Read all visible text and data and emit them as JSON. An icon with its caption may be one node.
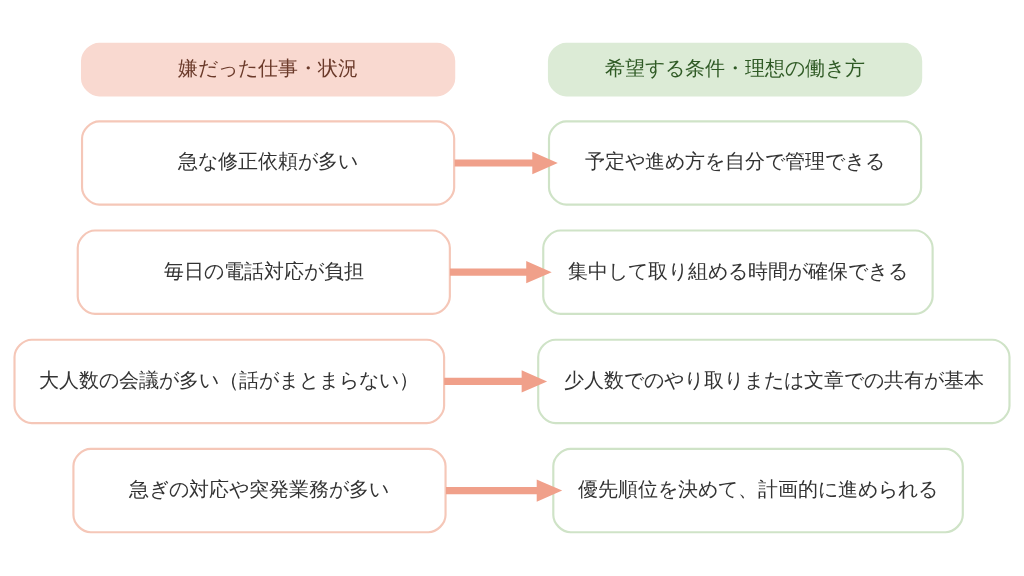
{
  "diagram": {
    "nodes": [
      {
        "text": [
          "嫌だった仕事・状況"
        ]
      },
      {
        "text": [
          "希望する条件・理想の働き方"
        ]
      },
      {
        "text": [
          "急な修正依頼が多い"
        ]
      },
      {
        "text": [
          "予定や進め方を自分で管理できる"
        ]
      },
      {
        "text": [
          "毎日の電話対応が負担"
        ]
      },
      {
        "text": [
          "集中して取り組める時間が確保できる"
        ]
      },
      {
        "text": [
          "大人数の会議が多い（話がまとまらない）"
        ]
      },
      {
        "text": [
          "少人数でのやり取りまたは文章での共有が基本"
        ]
      },
      {
        "text": [
          "急ぎの対応や突発業務が多い"
        ]
      },
      {
        "text": [
          "優先順位を決めて、計画的に進められる"
        ]
      }
    ],
    "edges": [
      {
        "from": 2,
        "to": 3,
        "arrow": "to"
      },
      {
        "from": 4,
        "to": 5,
        "arrow": "to"
      },
      {
        "from": 6,
        "to": 7,
        "arrow": "to"
      },
      {
        "from": 8,
        "to": 9,
        "arrow": "to"
      }
    ]
  }
}
